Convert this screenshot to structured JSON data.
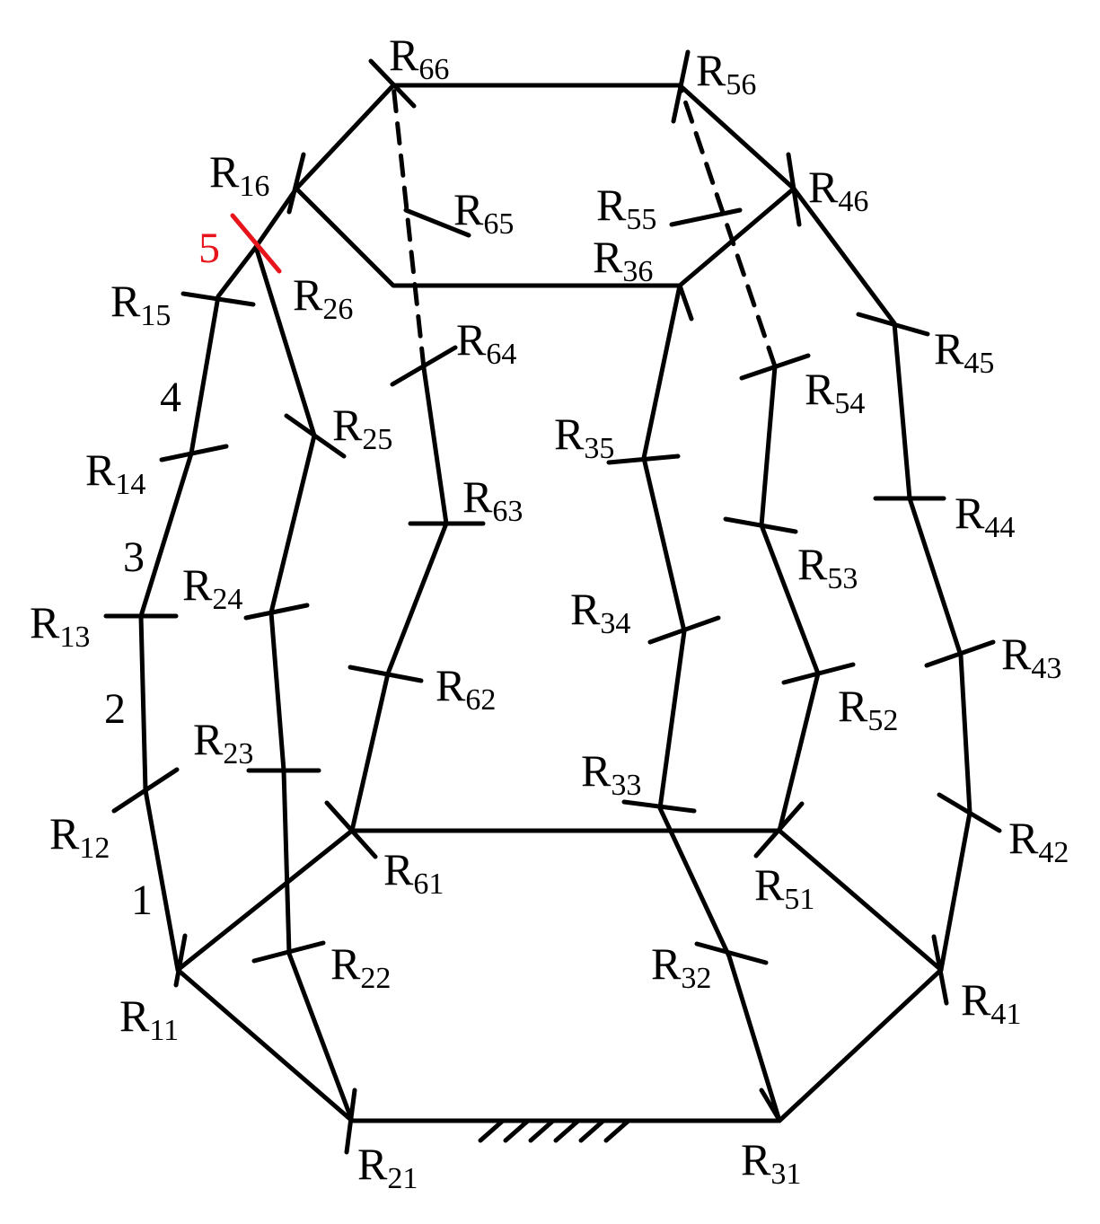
{
  "colors": {
    "line": "#000000",
    "highlight": "#e8141c",
    "background": "#ffffff"
  },
  "joints": [
    {
      "id": "R11",
      "main": "R",
      "sub": "11"
    },
    {
      "id": "R12",
      "main": "R",
      "sub": "12"
    },
    {
      "id": "R13",
      "main": "R",
      "sub": "13"
    },
    {
      "id": "R14",
      "main": "R",
      "sub": "14"
    },
    {
      "id": "R15",
      "main": "R",
      "sub": "15"
    },
    {
      "id": "R16",
      "main": "R",
      "sub": "16"
    },
    {
      "id": "R21",
      "main": "R",
      "sub": "21"
    },
    {
      "id": "R22",
      "main": "R",
      "sub": "22"
    },
    {
      "id": "R23",
      "main": "R",
      "sub": "23"
    },
    {
      "id": "R24",
      "main": "R",
      "sub": "24"
    },
    {
      "id": "R25",
      "main": "R",
      "sub": "25"
    },
    {
      "id": "R26",
      "main": "R",
      "sub": "26"
    },
    {
      "id": "R31",
      "main": "R",
      "sub": "31"
    },
    {
      "id": "R32",
      "main": "R",
      "sub": "32"
    },
    {
      "id": "R33",
      "main": "R",
      "sub": "33"
    },
    {
      "id": "R34",
      "main": "R",
      "sub": "34"
    },
    {
      "id": "R35",
      "main": "R",
      "sub": "35"
    },
    {
      "id": "R36",
      "main": "R",
      "sub": "36"
    },
    {
      "id": "R41",
      "main": "R",
      "sub": "41"
    },
    {
      "id": "R42",
      "main": "R",
      "sub": "42"
    },
    {
      "id": "R43",
      "main": "R",
      "sub": "43"
    },
    {
      "id": "R44",
      "main": "R",
      "sub": "44"
    },
    {
      "id": "R45",
      "main": "R",
      "sub": "45"
    },
    {
      "id": "R46",
      "main": "R",
      "sub": "46"
    },
    {
      "id": "R51",
      "main": "R",
      "sub": "51"
    },
    {
      "id": "R52",
      "main": "R",
      "sub": "52"
    },
    {
      "id": "R53",
      "main": "R",
      "sub": "53"
    },
    {
      "id": "R54",
      "main": "R",
      "sub": "54"
    },
    {
      "id": "R55",
      "main": "R",
      "sub": "55"
    },
    {
      "id": "R56",
      "main": "R",
      "sub": "56"
    },
    {
      "id": "R61",
      "main": "R",
      "sub": "61"
    },
    {
      "id": "R62",
      "main": "R",
      "sub": "62"
    },
    {
      "id": "R63",
      "main": "R",
      "sub": "63"
    },
    {
      "id": "R64",
      "main": "R",
      "sub": "64"
    },
    {
      "id": "R65",
      "main": "R",
      "sub": "65"
    },
    {
      "id": "R66",
      "main": "R",
      "sub": "66"
    }
  ],
  "link_numbers": [
    "1",
    "2",
    "3",
    "4",
    "5"
  ]
}
